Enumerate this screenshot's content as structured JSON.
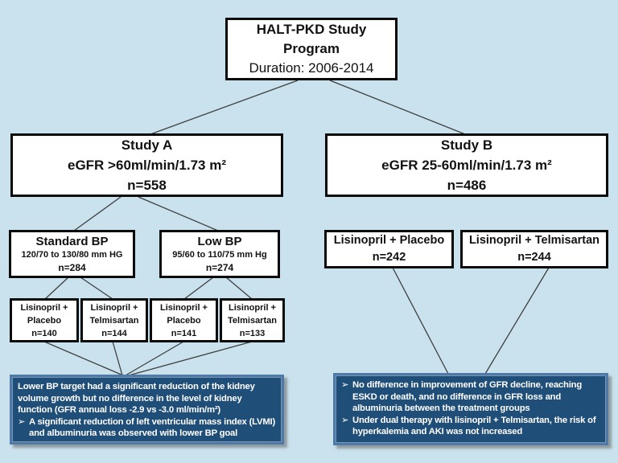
{
  "program": {
    "title_line1": "HALT-PKD Study",
    "title_line2": "Program",
    "duration": "Duration: 2006-2014"
  },
  "study_a": {
    "title": "Study A",
    "criteria": "eGFR >60ml/min/1.73 m²",
    "n": "n=558"
  },
  "study_b": {
    "title": "Study B",
    "criteria": "eGFR 25-60ml/min/1.73 m²",
    "n": "n=486"
  },
  "standard_bp": {
    "title": "Standard BP",
    "range": "120/70 to 130/80 mm HG",
    "n": "n=284"
  },
  "low_bp": {
    "title": "Low BP",
    "range": "95/60 to 110/75 mm Hg",
    "n": "n=274"
  },
  "study_b_arms": [
    {
      "label": "Lisinopril + Placebo",
      "n": "n=242"
    },
    {
      "label": "Lisinopril + Telmisartan",
      "n": "n=244"
    }
  ],
  "study_a_arms": [
    {
      "drug1": "Lisinopril +",
      "drug2": "Placebo",
      "n": "n=140"
    },
    {
      "drug1": "Lisinopril +",
      "drug2": "Telmisartan",
      "n": "n=144"
    },
    {
      "drug1": "Lisinopril +",
      "drug2": "Placebo",
      "n": "n=141"
    },
    {
      "drug1": "Lisinopril +",
      "drug2": "Telmisartan",
      "n": "n=133"
    }
  ],
  "findings_study_a": {
    "bullet_char": "➢",
    "intro": "Lower BP target had a significant reduction of the kidney volume growth but no difference in the level of kidney function (GFR annual loss -2.9 vs -3.0 ml/min/m²)",
    "bullets": [
      "A significant reduction of left ventricular mass index (LVMI) and albuminuria was observed with lower BP goal"
    ]
  },
  "findings_study_b": {
    "bullet_char": "➢",
    "bullets": [
      "No difference in improvement of GFR decline, reaching ESKD or death, and no difference in GFR loss and albuminuria between the treatment groups",
      "Under dual therapy with lisinopril + Telmisartan, the risk of hyperkalemia and AKI was not increased"
    ]
  },
  "colors": {
    "background": "#c9e2ed",
    "box_fill": "#ffffff",
    "box_border": "#0b0b0b",
    "dark_box_fill": "#1f4e79",
    "dark_box_border": "#4d7aa9",
    "text_dark": "#121212",
    "text_light": "#ffffff",
    "connector": "#3f3f3f"
  }
}
